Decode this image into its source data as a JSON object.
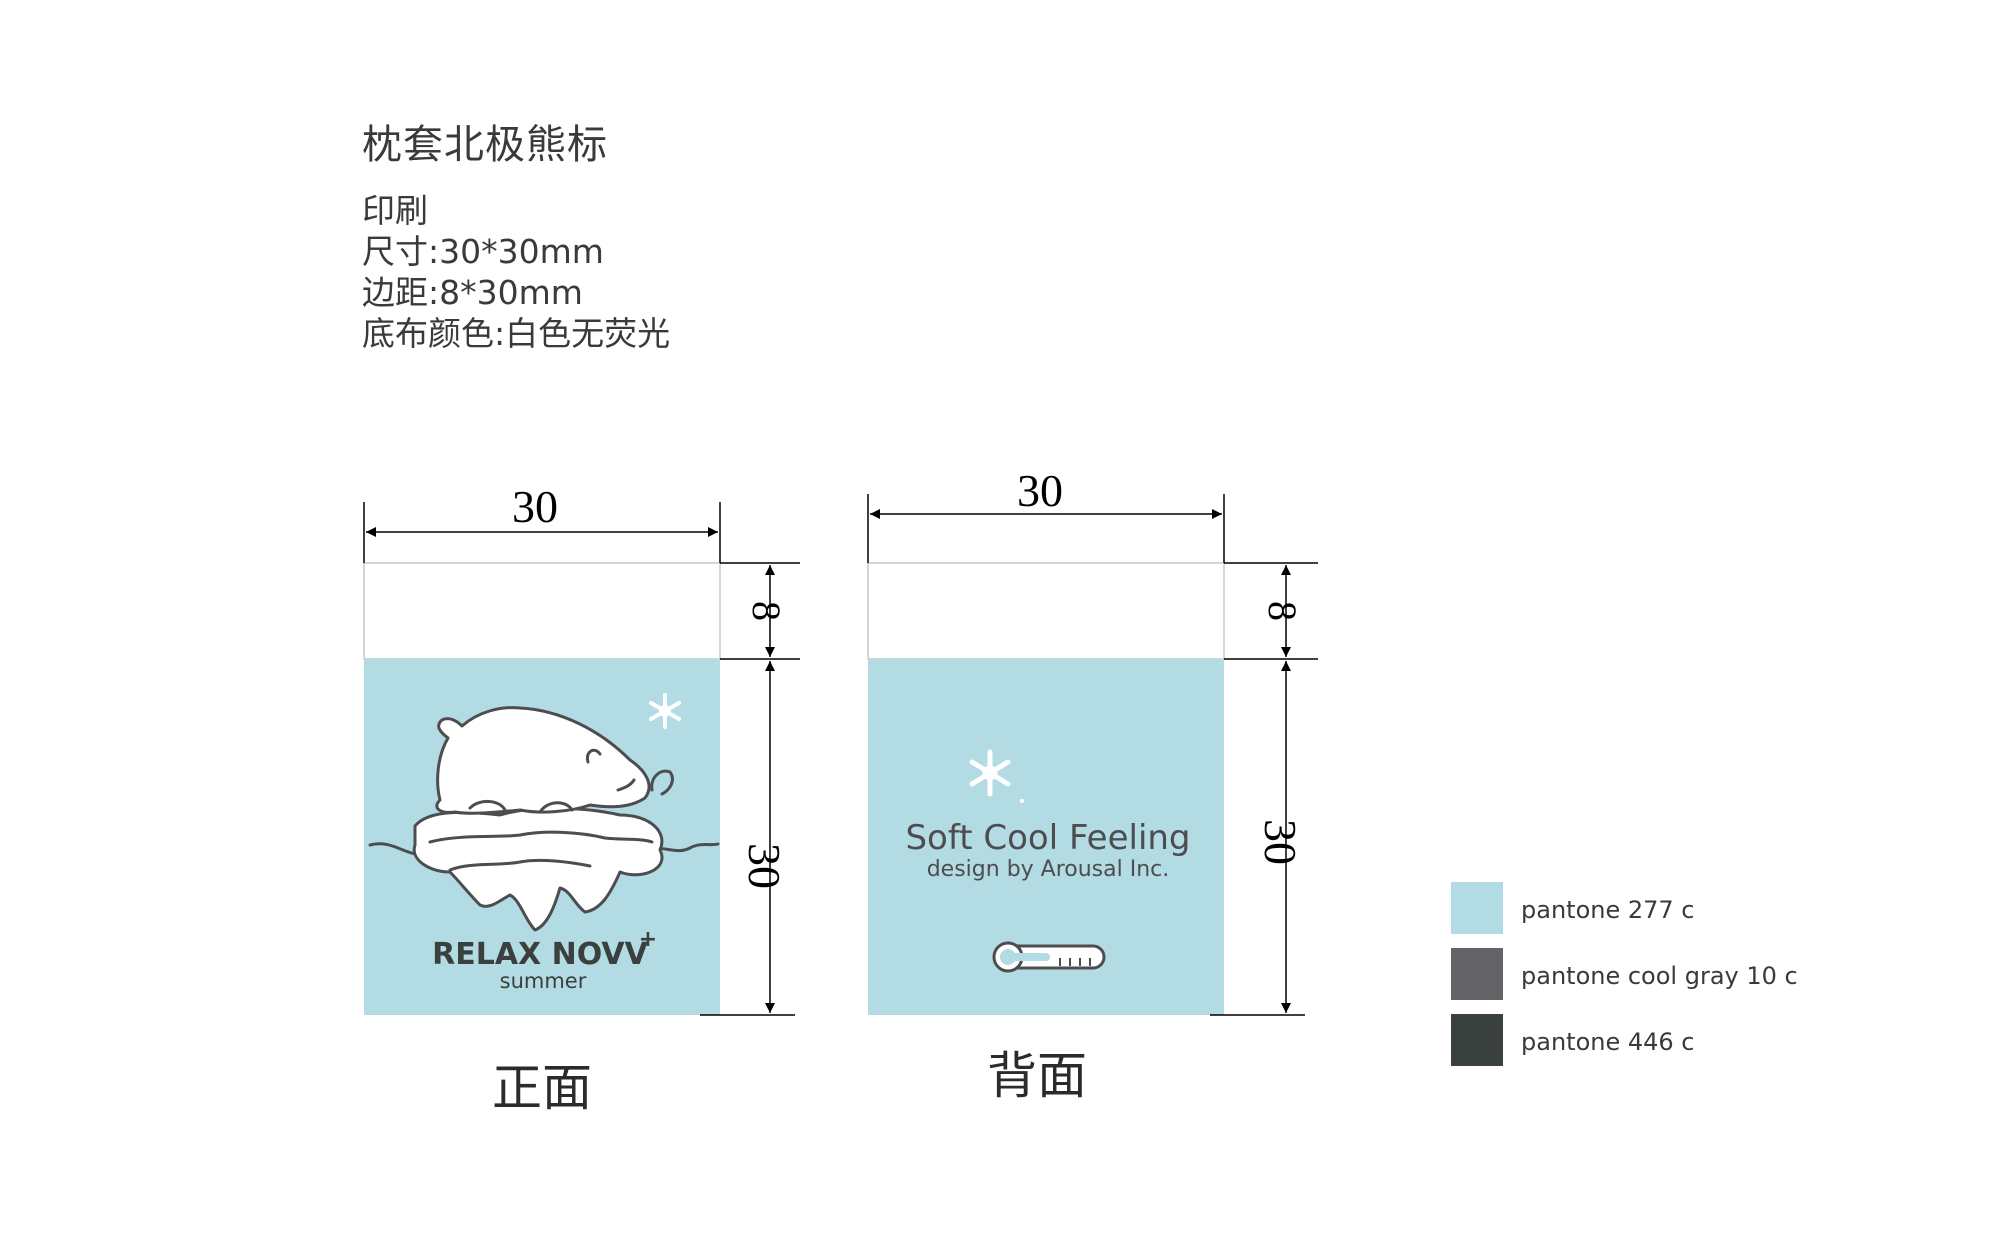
{
  "title": "枕套北极熊标",
  "specs": [
    "印刷",
    "尺寸:30*30mm",
    "边距:8*30mm",
    "底布颜色:白色无荧光"
  ],
  "front": {
    "label": "正面",
    "width_dim": "30",
    "margin_dim": "8",
    "height_dim": "30",
    "brand": "RELAX NOVV",
    "brand_mark": "+",
    "brand_sub": "summer"
  },
  "back": {
    "label": "背面",
    "width_dim": "30",
    "margin_dim": "8",
    "height_dim": "30",
    "headline": "Soft Cool Feeling",
    "subline": "design by Arousal Inc."
  },
  "legend": [
    {
      "name": "pantone 277 c",
      "color": "#b2dbe3"
    },
    {
      "name": "pantone cool gray 10 c",
      "color": "#646468"
    },
    {
      "name": "pantone 446 c",
      "color": "#3a403e"
    }
  ],
  "colors": {
    "label_bg": "#b2dbe3",
    "ink_gray": "#4d4d4f",
    "ink_dark": "#3a403e"
  }
}
